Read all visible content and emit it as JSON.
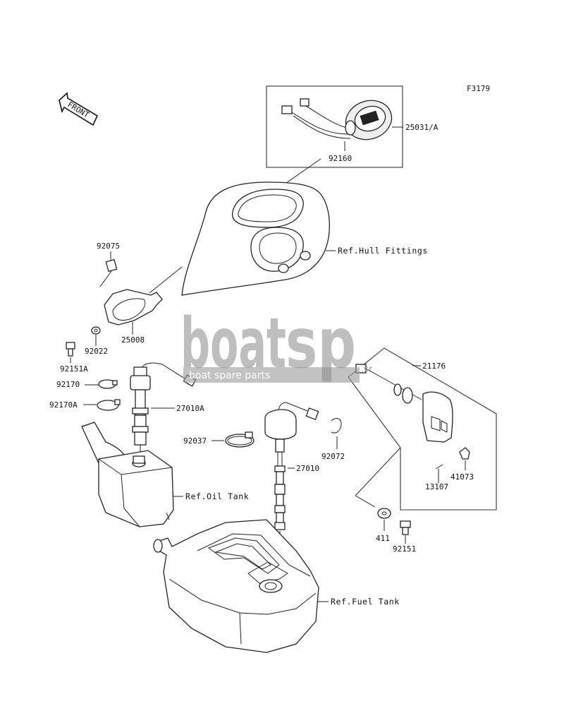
{
  "figure_code": "F3179",
  "front_arrow_label": "FRONT",
  "labels": {
    "p25031a": "25031/A",
    "p92160": "92160",
    "hull": "Ref.Hull Fittings",
    "p92075": "92075",
    "p25008": "25008",
    "p92022": "92022",
    "p92151a": "92151A",
    "p92170": "92170",
    "p92170a": "92170A",
    "p27010a": "27010A",
    "p92037": "92037",
    "p92072": "92072",
    "p27010": "27010",
    "oil": "Ref.Oil Tank",
    "p21176": "21176",
    "p41073": "41073",
    "p13107": "13107",
    "p411": "411",
    "p92151": "92151",
    "fuel": "Ref.Fuel Tank"
  },
  "watermark": {
    "brand_left": "boat",
    "brand_right": "sp",
    "tagline": "boat spare parts",
    "suffix": ".sr"
  }
}
